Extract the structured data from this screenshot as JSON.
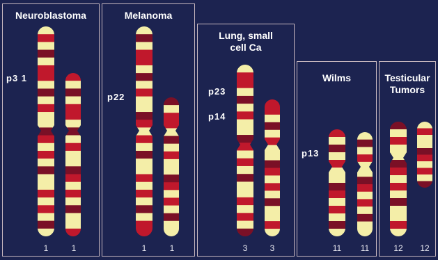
{
  "colors": {
    "background": "#1c2350",
    "panel_border": "#c9b9c0",
    "band_light": "#f4eea8",
    "band_red": "#c0182c",
    "band_dark": "#7a1026"
  },
  "panels": [
    {
      "id": "neuroblastoma",
      "title": "Neuroblastoma",
      "band_label": "p3 1",
      "chromosome_numbers": [
        "1",
        "1"
      ]
    },
    {
      "id": "melanoma",
      "title": "Melanoma",
      "band_label": "p22",
      "chromosome_numbers": [
        "1",
        "1"
      ]
    },
    {
      "id": "lung",
      "title": "Lung, small\ncell Ca",
      "band_labels": [
        "p23",
        "p14"
      ],
      "chromosome_numbers": [
        "3",
        "3"
      ]
    },
    {
      "id": "wilms",
      "title": "Wilms",
      "band_label": "p13",
      "chromosome_numbers": [
        "11",
        "11"
      ]
    },
    {
      "id": "testicular",
      "title": "Testicular\nTumors",
      "chromosome_numbers": [
        "12",
        "12"
      ]
    }
  ]
}
